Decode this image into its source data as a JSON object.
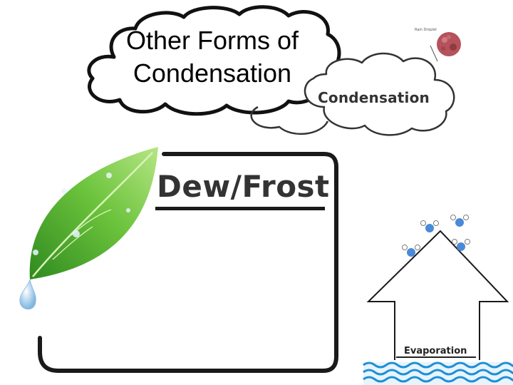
{
  "title": {
    "line1": "Other Forms of",
    "line2": "Condensation"
  },
  "condensation_cloud": {
    "label": "Condensation",
    "droplet_label": "Rain Droplet",
    "droplet_color": "#b5525a"
  },
  "dew_box": {
    "label": "Dew/Frost"
  },
  "evaporation": {
    "label": "Evaporation",
    "water_color": "#1e8fd6",
    "molecule_color": "#4a8ad8"
  },
  "leaf": {
    "colors": [
      "#2e8b1f",
      "#6cc33c",
      "#b6e686"
    ]
  }
}
